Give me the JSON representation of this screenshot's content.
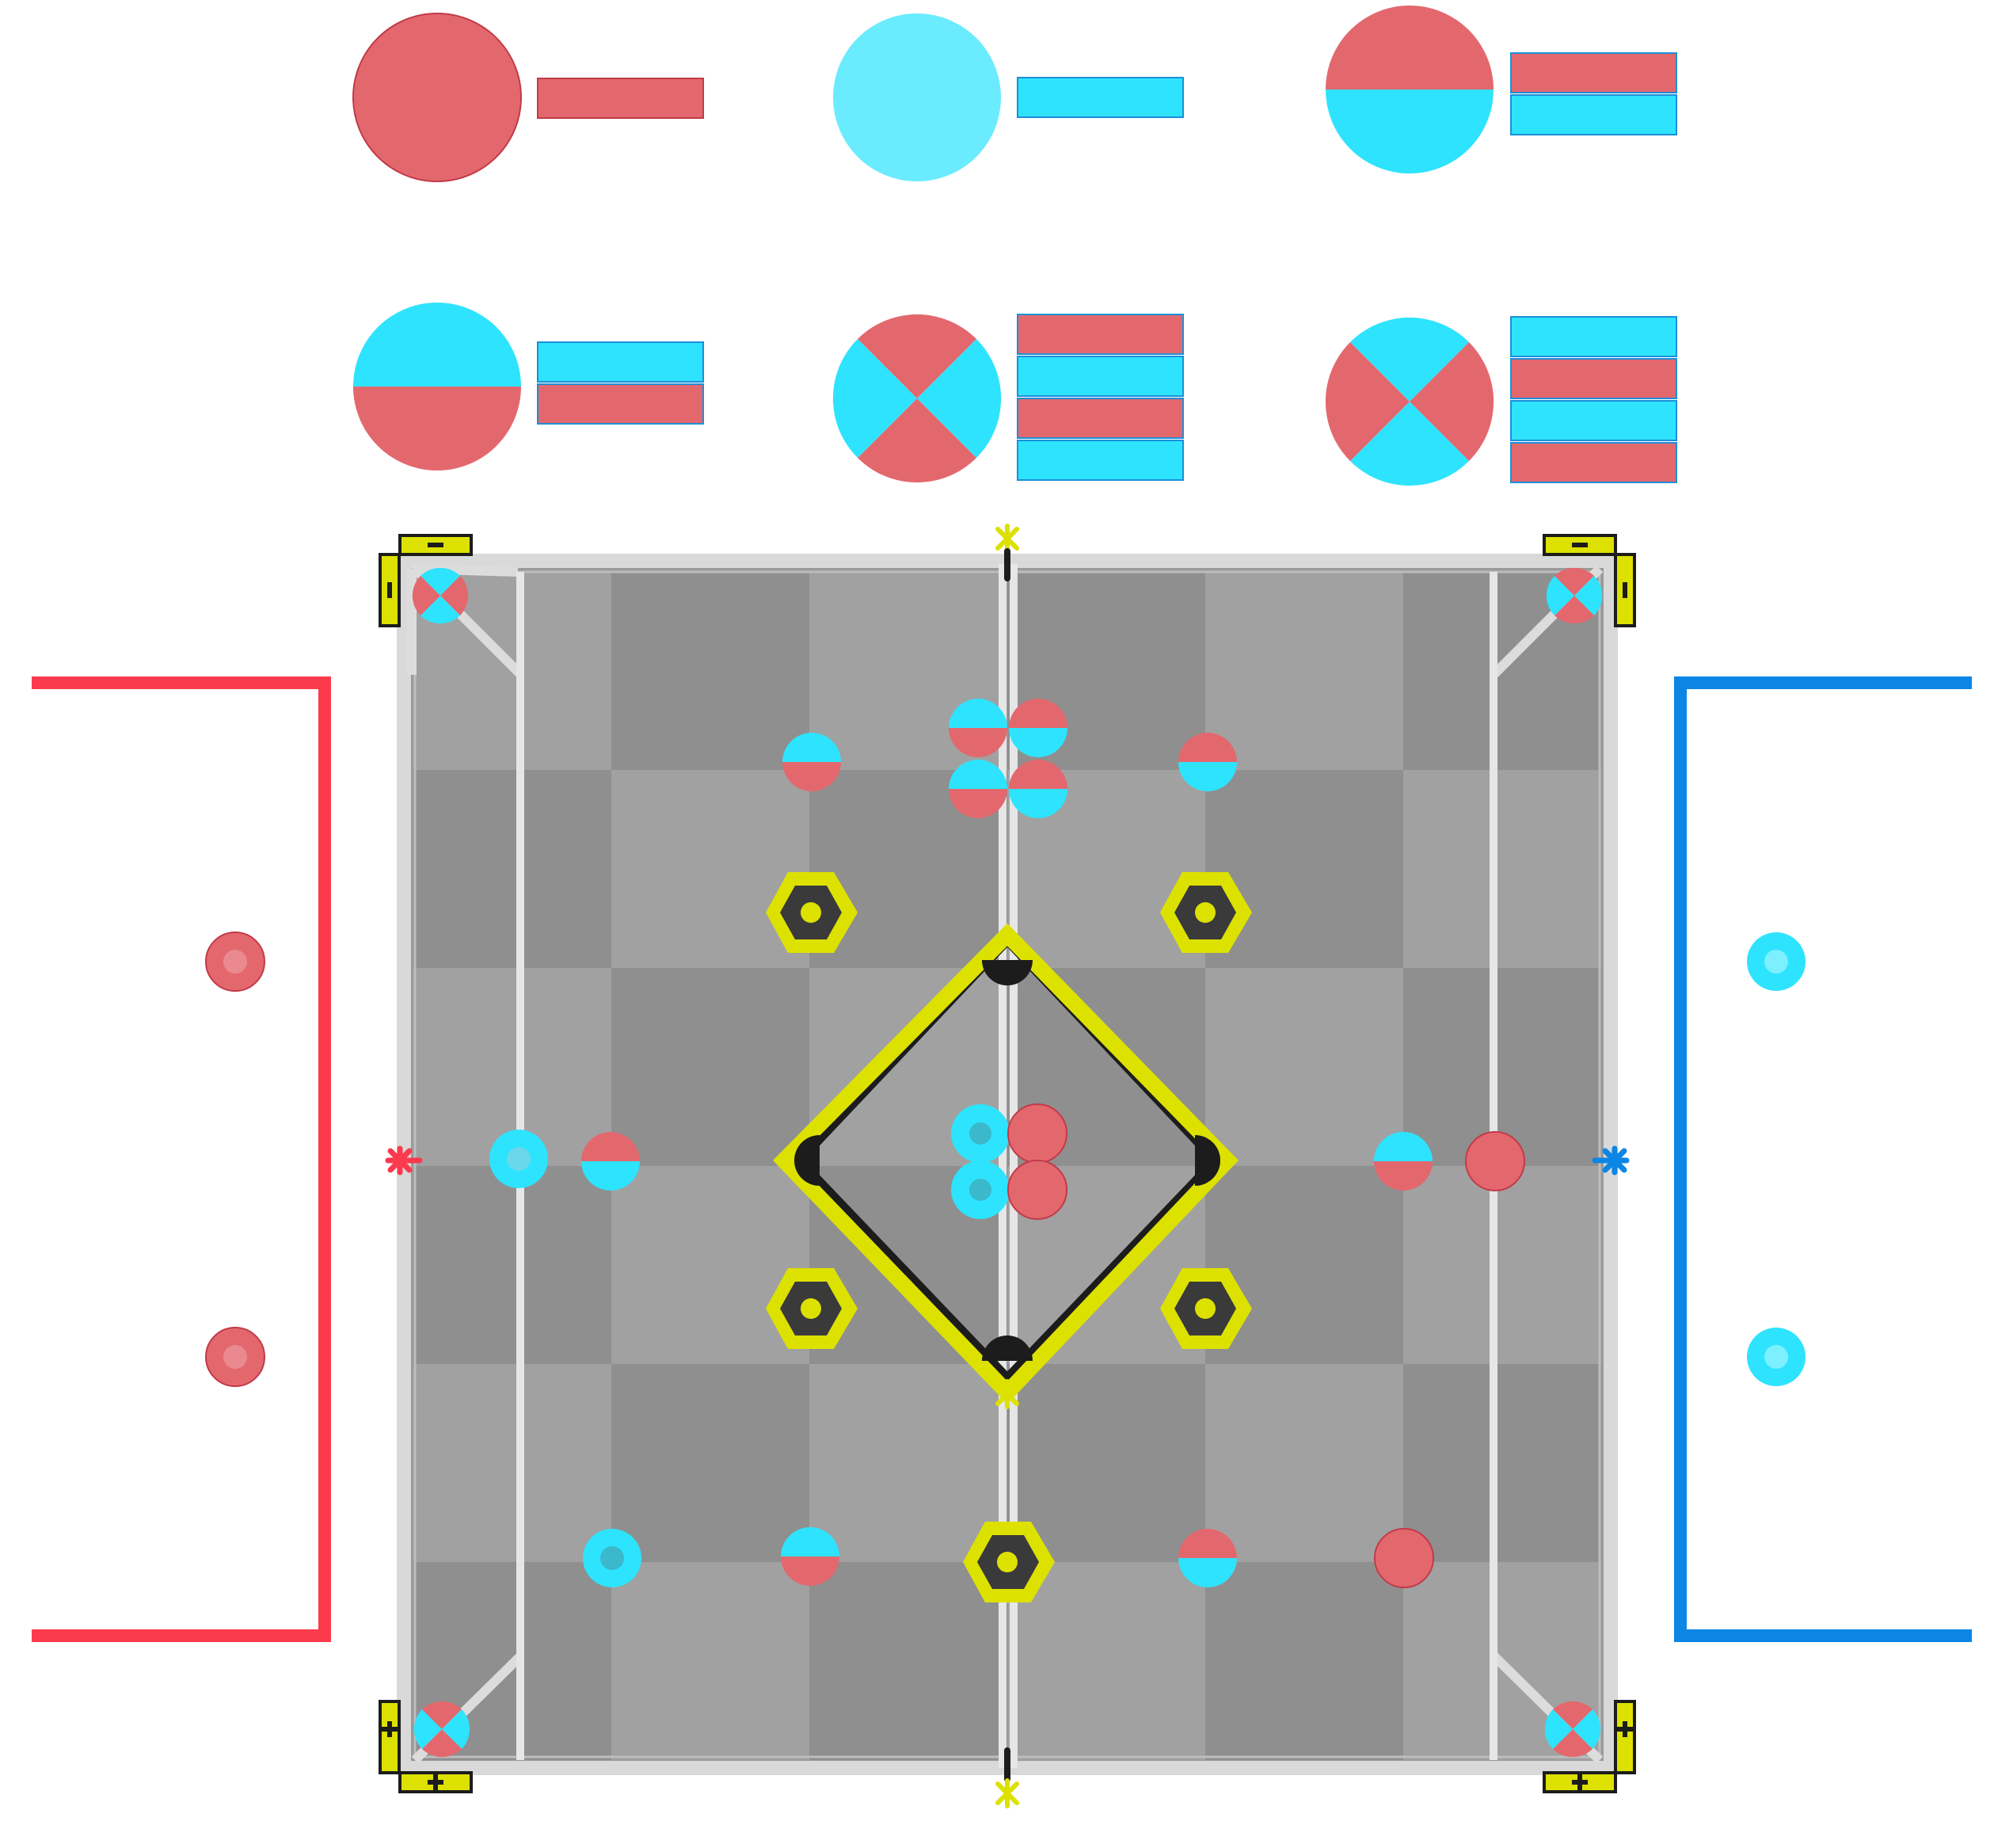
{
  "colors": {
    "red": "#e3686e",
    "cyan": "#2ee3fd",
    "light_cyan": "#6aebfe",
    "red_zone_line": "#fc3a4d",
    "blue_zone_line": "#0c86e5",
    "tile_light": "#a0a0a0",
    "tile_dark": "#8e8e8e",
    "field_rail": "#d8d8d8",
    "goal_yellow": "#dde100",
    "dark": "#1c1c1c"
  },
  "legend": {
    "items": [
      {
        "id": "red-only",
        "disc": "solid-red",
        "bars": [
          "red"
        ]
      },
      {
        "id": "blue-only",
        "disc": "solid-light-cyan",
        "bars": [
          "cyan"
        ]
      },
      {
        "id": "red-over-blue",
        "disc": "red-top-cyan-bottom",
        "bars": [
          "red",
          "cyan"
        ]
      },
      {
        "id": "blue-over-red",
        "disc": "cyan-top-red-bottom",
        "bars": [
          "cyan",
          "red"
        ]
      },
      {
        "id": "quad-red-top",
        "disc": "quadrants-red-top-bottom",
        "bars": [
          "red",
          "cyan",
          "red",
          "cyan"
        ]
      },
      {
        "id": "quad-blue-top",
        "disc": "quadrants-cyan-top-bottom",
        "bars": [
          "cyan",
          "red",
          "cyan",
          "red"
        ]
      }
    ]
  },
  "field": {
    "corner_icons": [
      "minus-icon",
      "minus-icon",
      "plus-icon",
      "plus-icon"
    ],
    "corner_discs": 4,
    "neutral_goals": 5,
    "center_goal": "diamond",
    "side_markers": [
      "red-star-icon",
      "blue-star-icon"
    ],
    "mid_markers": [
      "yellow-star-icon",
      "yellow-star-icon",
      "yellow-star-icon"
    ]
  },
  "zones": {
    "red": {
      "discs": 2
    },
    "blue": {
      "discs": 2
    }
  }
}
